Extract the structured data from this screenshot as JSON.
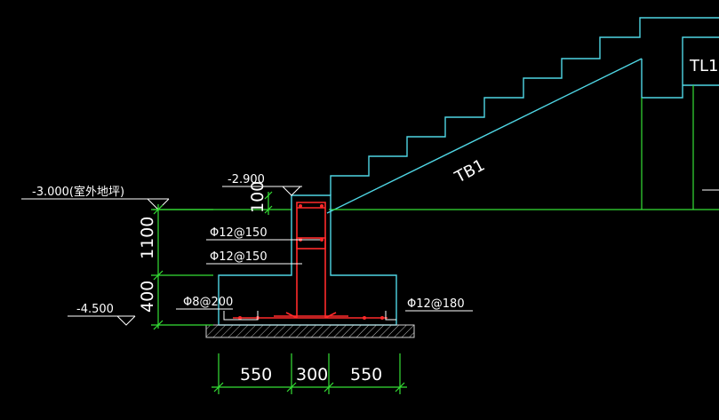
{
  "colors": {
    "background": "#000000",
    "concrete_outline": "#4fd6e4",
    "rebar": "#ff2a2a",
    "dimension": "#35e035",
    "text": "#ffffff",
    "hatch": "#c8c8c8",
    "level_marker": "#ffffff"
  },
  "labels": {
    "stair_slab": "TB1",
    "beam": "TL1",
    "outdoor_level": "-3.000(室外地坪)",
    "top_of_wall_level": "-2.900",
    "footing_bottom_level": "-4.500",
    "rebar_top": "Φ12@150",
    "rebar_mid": "Φ12@150",
    "rebar_bottom_left": "Φ8@200",
    "rebar_bottom_right": "Φ12@180"
  },
  "dimensions": {
    "vertical_top": "100",
    "vertical_mid": "1100",
    "vertical_bottom": "400",
    "horizontal_left": "550",
    "horizontal_center": "300",
    "horizontal_right": "550"
  },
  "icons": {
    "level_marker": "triangle-level-symbol"
  }
}
